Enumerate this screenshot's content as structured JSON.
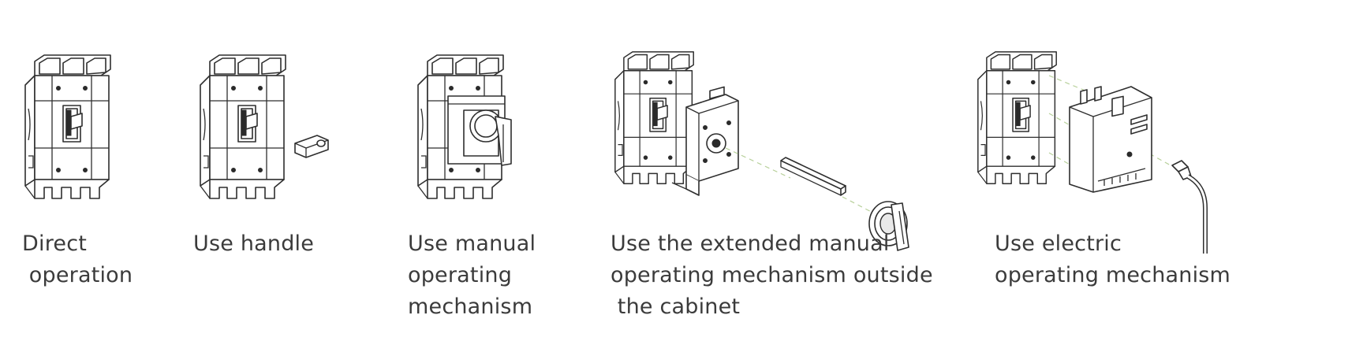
{
  "options": [
    {
      "id": "direct",
      "caption_lines": [
        "Direct",
        " operation"
      ],
      "icon": "breaker-icon"
    },
    {
      "id": "handle",
      "caption_lines": [
        "Use handle"
      ],
      "icon": "breaker-with-handle-icon"
    },
    {
      "id": "manual",
      "caption_lines": [
        "Use manual",
        "operating",
        "mechanism"
      ],
      "icon": "breaker-rotary-handle-icon"
    },
    {
      "id": "extended",
      "caption_lines": [
        "Use the extended manual",
        "operating mechanism outside",
        " the cabinet"
      ],
      "icon": "extended-rotary-handle-icon"
    },
    {
      "id": "electric",
      "caption_lines": [
        "Use electric",
        "operating mechanism"
      ],
      "icon": "electric-operator-icon"
    }
  ],
  "colors": {
    "text": "#3b3b3b",
    "line": "#2e2e2e",
    "guide": "#b7d09a",
    "background": "#ffffff"
  }
}
